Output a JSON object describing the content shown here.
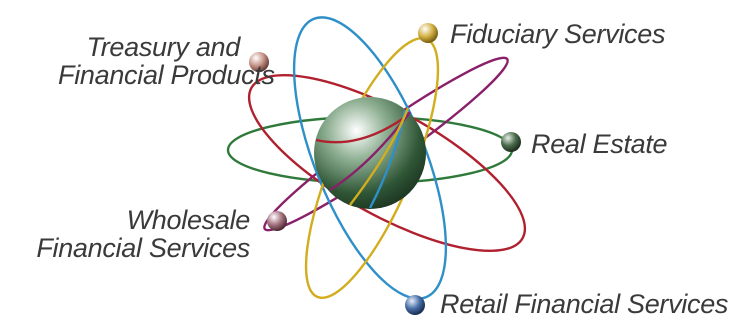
{
  "colors": {
    "orbit_red": "#b0202e",
    "orbit_blue": "#2f8fc8",
    "orbit_gold": "#d2ad1e",
    "orbit_purple": "#8a1f6a",
    "orbit_green": "#2f7a3a",
    "nucleus": "#3f6a46",
    "satellite_treasury": "#c7958a",
    "satellite_fiduciary": "#d4b247",
    "satellite_realestate": "#4c6b4d",
    "satellite_wholesale": "#a87683",
    "satellite_retail": "#4a6fa8"
  },
  "labels": {
    "treasury": {
      "line1": "Treasury and",
      "line2": "Financial Products"
    },
    "fiduciary": {
      "text": "Fiduciary Services"
    },
    "real_estate": {
      "text": "Real Estate"
    },
    "wholesale": {
      "line1": "Wholesale",
      "line2": "Financial Services"
    },
    "retail": {
      "text": "Retail Financial Services"
    }
  }
}
